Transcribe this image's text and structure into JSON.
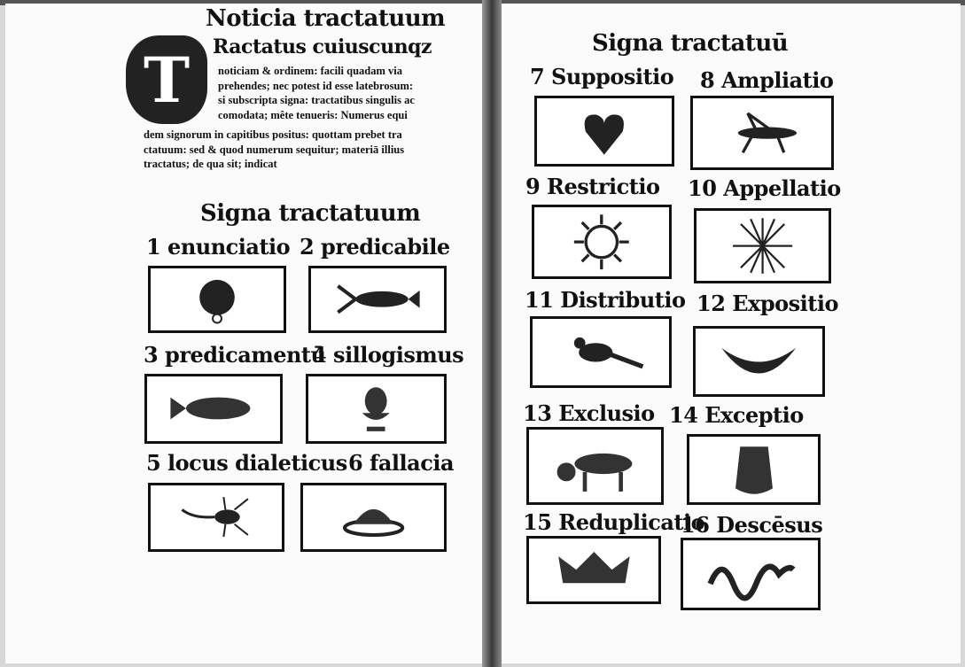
{
  "left_page": {
    "title": "Noticia tractatuum",
    "initial_letter": "T",
    "intro_first_line": "Ractatus cuiuscunqz",
    "intro_lines": [
      "noticiam & ordinem: facili quadam via",
      "prehendes; nec potest id esse latebrosum:",
      "si subscripta signa: tractatibus singulis ac",
      "comodata; mête tenueris: Numerus equi",
      "dem signorum in capitibus positus: quottam prebet tra",
      "ctatuum: sed & quod numerum sequitur; materiā illius",
      "tractatus; de qua sit; indicat"
    ],
    "heading": "Signa tractatuum",
    "signs": [
      {
        "label": "1 enunciatio",
        "icon": "bell-icon"
      },
      {
        "label": "2 predicabile",
        "icon": "crayfish-icon"
      },
      {
        "label": "3 predicamentū",
        "icon": "fish-icon"
      },
      {
        "label": "4 sillogismus",
        "icon": "acorn-cup-icon"
      },
      {
        "label": "5 locus dialeticus",
        "icon": "scorpion-icon"
      },
      {
        "label": "6 fallacia",
        "icon": "crown-icon"
      }
    ]
  },
  "right_page": {
    "heading": "Signa tractatuū",
    "signs": [
      {
        "label": "7 Suppositio",
        "icon": "heart-icon"
      },
      {
        "label": "8 Ampliatio",
        "icon": "grasshopper-icon"
      },
      {
        "label": "9 Restrictio",
        "icon": "sun-icon"
      },
      {
        "label": "10 Appellatio",
        "icon": "star-icon"
      },
      {
        "label": "11 Distributio",
        "icon": "bird-icon"
      },
      {
        "label": "12 Expositio",
        "icon": "moon-icon"
      },
      {
        "label": "13 Exclusio",
        "icon": "cat-icon"
      },
      {
        "label": "14 Exceptio",
        "icon": "jug-icon"
      },
      {
        "label": "15 Reduplicatio",
        "icon": "crown-icon"
      },
      {
        "label": "16 Descēsus",
        "icon": "snake-icon"
      }
    ]
  }
}
